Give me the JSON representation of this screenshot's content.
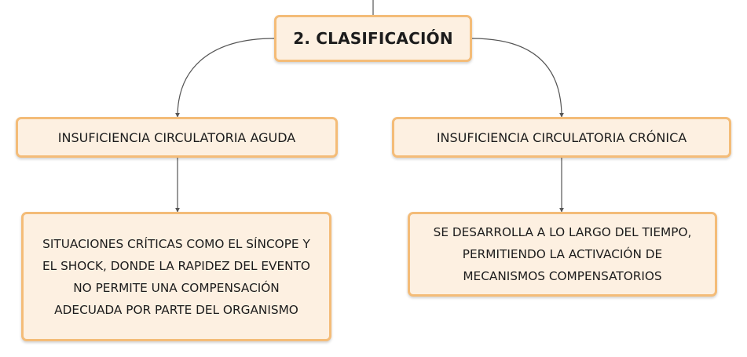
{
  "diagram": {
    "root": {
      "label": "2. CLASIFICACIÓN"
    },
    "branches": [
      {
        "label": "INSUFICIENCIA CIRCULATORIA AGUDA",
        "detail_lines": [
          "SITUACIONES CRÍTICAS COMO EL SÍNCOPE Y",
          "EL SHOCK, DONDE LA RAPIDEZ DEL EVENTO",
          "NO PERMITE UNA COMPENSACIÓN",
          "ADECUADA POR PARTE DEL ORGANISMO"
        ]
      },
      {
        "label": "INSUFICIENCIA CIRCULATORIA CRÓNICA",
        "detail_lines": [
          "SE DESARROLLA A LO LARGO DEL TIEMPO,",
          "PERMITIENDO LA ACTIVACIÓN DE",
          "MECANISMOS COMPENSATORIOS"
        ]
      }
    ],
    "colors": {
      "node_fill": "#fdf0e1",
      "node_border": "#f4bc78",
      "connector": "#555555"
    }
  }
}
